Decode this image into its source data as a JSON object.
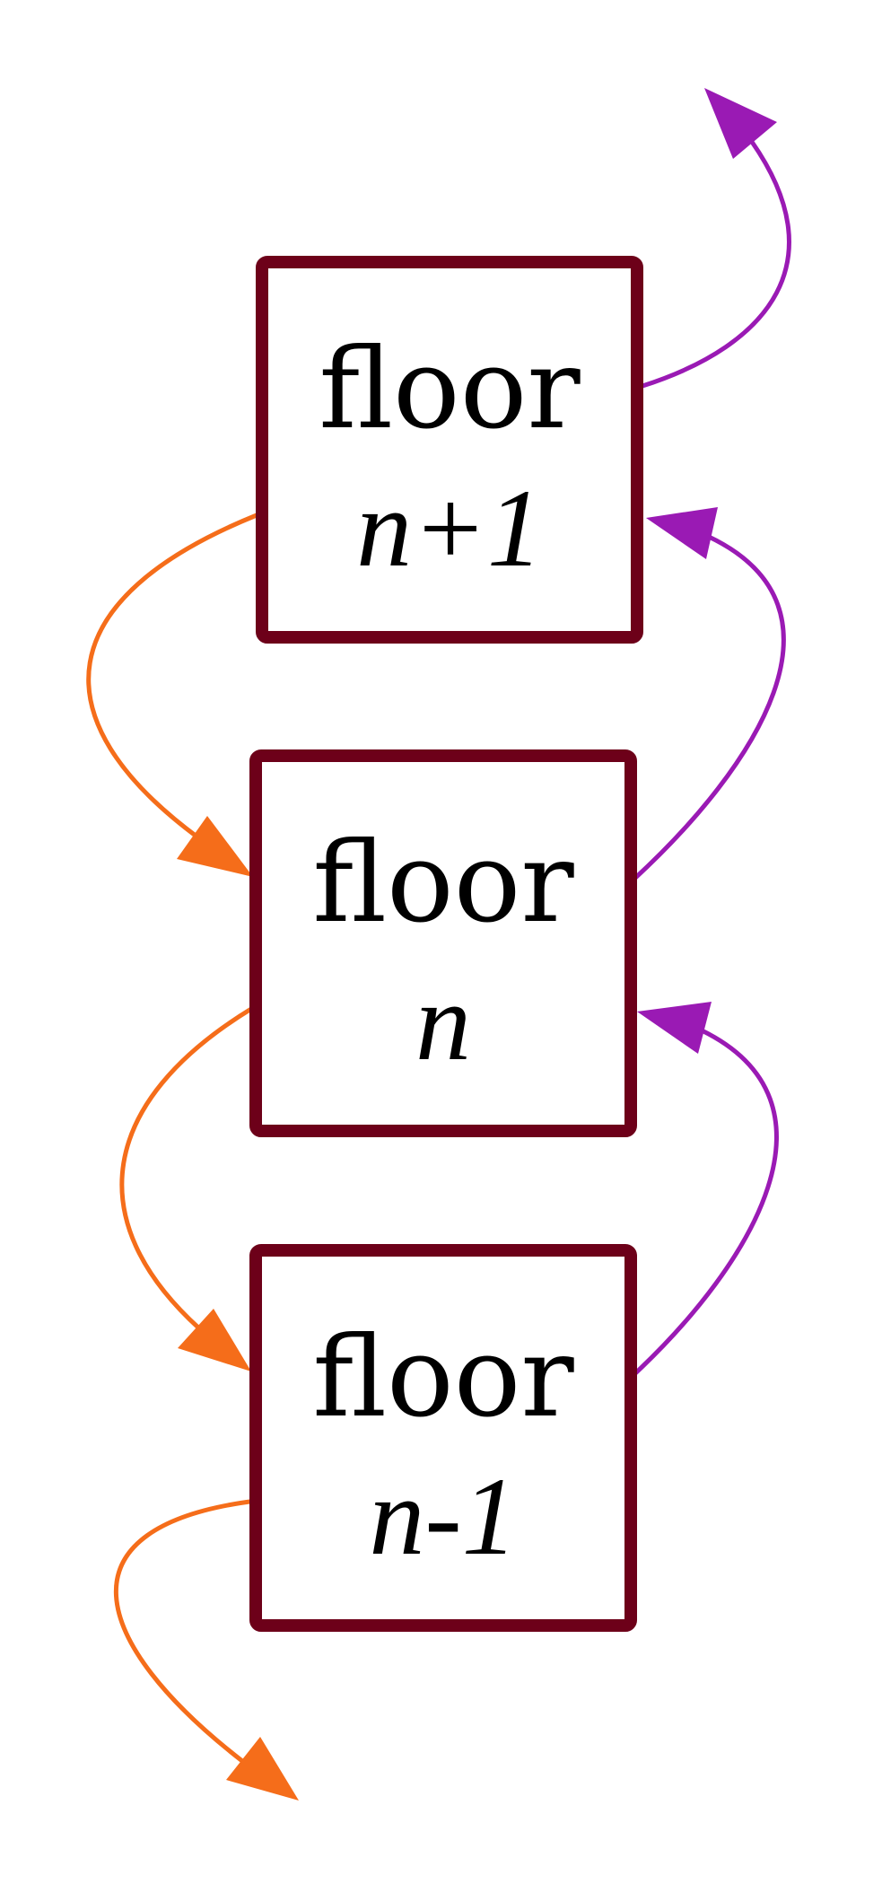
{
  "colors": {
    "node_border": "#6d0019",
    "down_arrow": "#f56d1a",
    "up_arrow": "#9a1ab4",
    "background": "#ffffff"
  },
  "nodes": [
    {
      "word": "floor",
      "index": "n+1"
    },
    {
      "word": "floor",
      "index": "n"
    },
    {
      "word": "floor",
      "index": "n-1"
    }
  ],
  "edges": {
    "down": "orange arrows from each floor to the floor below",
    "up": "purple arrows from each floor to the floor above"
  }
}
